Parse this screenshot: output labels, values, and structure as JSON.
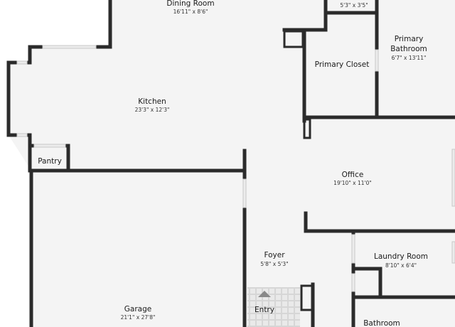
{
  "colors": {
    "floor": "#f4f4f4",
    "wall": "#2b2b2b",
    "background": "#ffffff",
    "tile": "#e6e6e6"
  },
  "rooms": {
    "dining_room": {
      "name": "Dining Room",
      "dims": "16'11\" x 8'6\""
    },
    "hall_closet": {
      "name": "",
      "dims": "5'3\" x 3'5\""
    },
    "primary_bathroom": {
      "name_line1": "Primary",
      "name_line2": "Bathroom",
      "dims": "6'7\" x 13'11\""
    },
    "primary_closet": {
      "name": "Primary Closet"
    },
    "kitchen": {
      "name": "Kitchen",
      "dims": "23'3\" x 12'3\""
    },
    "pantry": {
      "name": "Pantry"
    },
    "office": {
      "name": "Office",
      "dims": "19'10\" x 11'0\""
    },
    "foyer": {
      "name": "Foyer",
      "dims": "5'8\" x 5'3\""
    },
    "laundry_room": {
      "name": "Laundry Room",
      "dims": "8'10\" x 6'4\""
    },
    "entry": {
      "name": "Entry"
    },
    "garage": {
      "name": "Garage",
      "dims": "21'1\" x 27'8\""
    },
    "bathroom": {
      "name": "Bathroom"
    }
  }
}
